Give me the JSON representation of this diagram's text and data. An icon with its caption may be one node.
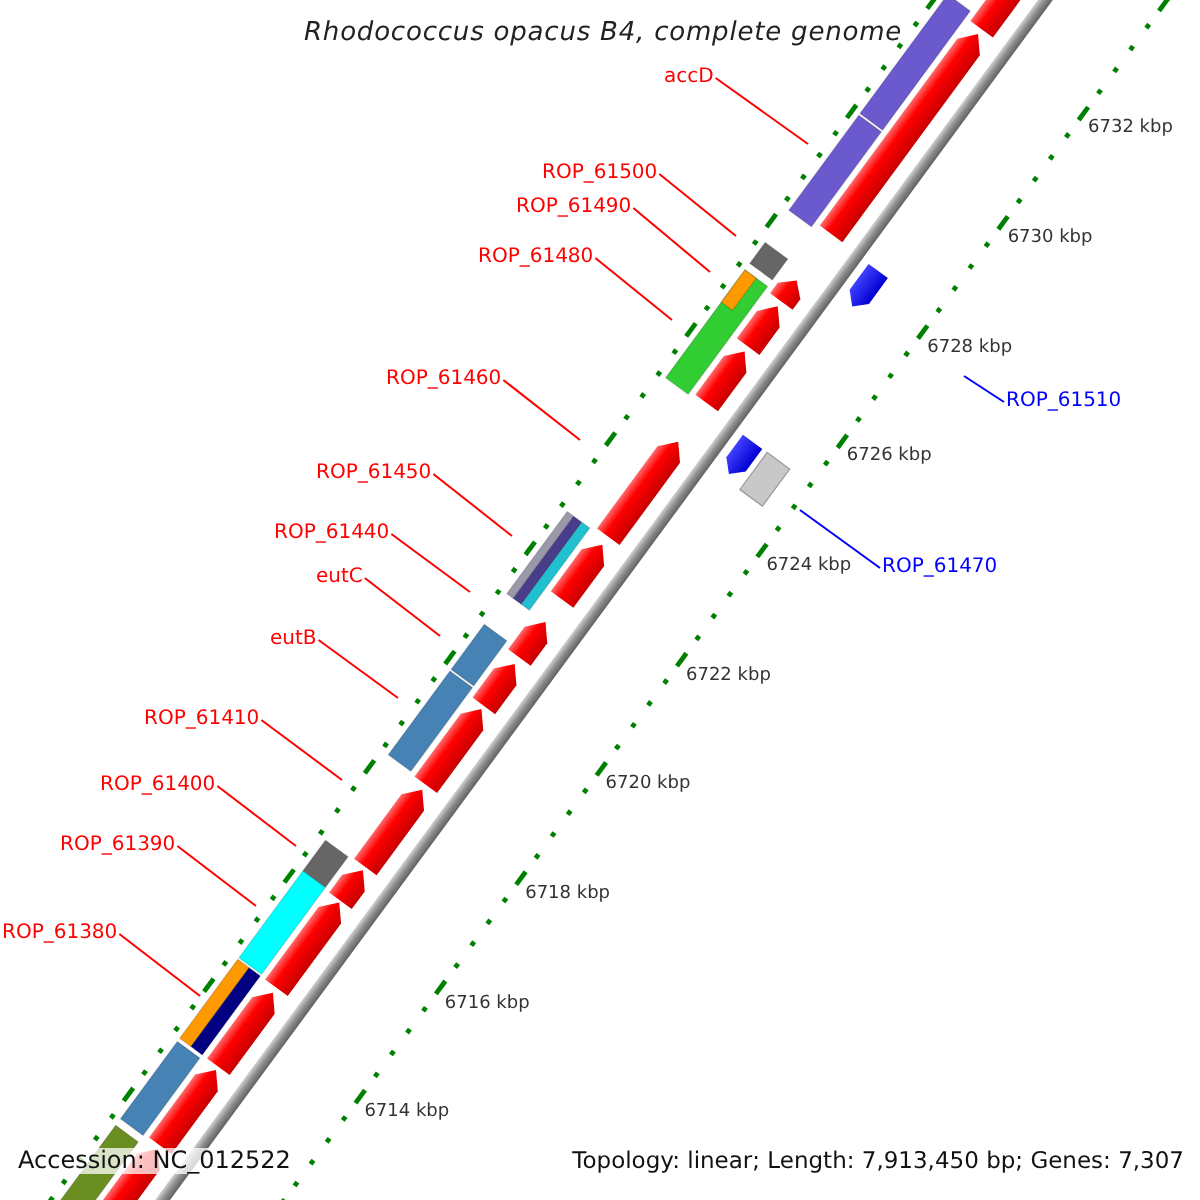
{
  "diagram": {
    "title": "Rhodococcus opacus B4, complete genome",
    "nodes": [
      {
        "text": [
          "accD"
        ]
      },
      {
        "text": [
          "ROP_61500"
        ]
      },
      {
        "text": [
          "ROP_61490"
        ]
      },
      {
        "text": [
          "ROP_61480"
        ]
      },
      {
        "text": [
          "ROP_61460"
        ]
      },
      {
        "text": [
          "ROP_61510"
        ]
      },
      {
        "text": [
          "ROP_61450"
        ]
      },
      {
        "text": [
          "ROP_61440"
        ]
      },
      {
        "text": [
          "ROP_61470"
        ]
      },
      {
        "text": [
          "eutC"
        ]
      },
      {
        "text": [
          "eutB"
        ]
      },
      {
        "text": [
          "ROP_61410"
        ]
      },
      {
        "text": [
          "ROP_61400"
        ]
      },
      {
        "text": [
          "ROP_61390"
        ]
      },
      {
        "text": [
          "ROP_61380"
        ]
      }
    ],
    "edges": [
      {
        "from": 0,
        "to": null,
        "arrow": "none"
      },
      {
        "from": 1,
        "to": null,
        "arrow": "none"
      },
      {
        "from": 2,
        "to": null,
        "arrow": "none"
      },
      {
        "from": 3,
        "to": null,
        "arrow": "none"
      },
      {
        "from": 4,
        "to": null,
        "arrow": "none"
      },
      {
        "from": 5,
        "to": null,
        "arrow": "none",
        "color": "#0000ff"
      },
      {
        "from": 6,
        "to": null,
        "arrow": "none"
      },
      {
        "from": 7,
        "to": null,
        "arrow": "none"
      },
      {
        "from": 8,
        "to": null,
        "arrow": "none",
        "color": "#0000ff"
      },
      {
        "from": 9,
        "to": null,
        "arrow": "none"
      },
      {
        "from": 10,
        "to": null,
        "arrow": "none"
      },
      {
        "from": 11,
        "to": null,
        "arrow": "none"
      },
      {
        "from": 12,
        "to": null,
        "arrow": "none"
      },
      {
        "from": 13,
        "to": null,
        "arrow": "none"
      },
      {
        "from": 14,
        "to": null,
        "arrow": "none"
      }
    ],
    "labels": [
      "6732 kbp",
      "6730 kbp",
      "6728 kbp",
      "6726 kbp",
      "6724 kbp",
      "6722 kbp",
      "6720 kbp",
      "6718 kbp",
      "6716 kbp",
      "6714 kbp",
      "Accession: NC_012522",
      "Topology: linear; Length: 7,913,450 bp; Genes: 7,307"
    ]
  }
}
